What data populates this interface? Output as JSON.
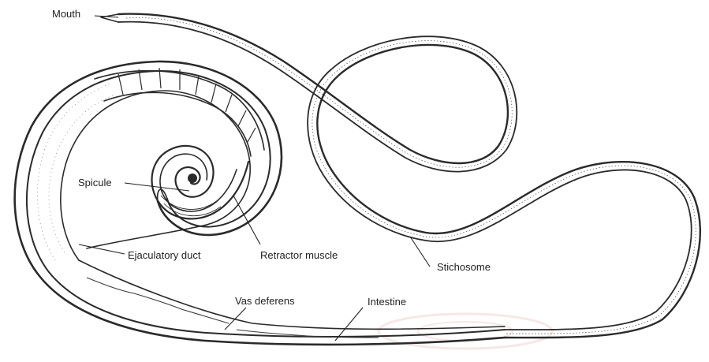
{
  "labels": {
    "mouth": "Mouth",
    "spicule": "Spicule",
    "ejaculatory_duct": "Ejaculatory duct",
    "retractor_muscle": "Retractor muscle",
    "stichosome": "Stichosome",
    "vas_deferens": "Vas deferens",
    "intestine": "Intestine"
  },
  "colors": {
    "ink": "#2a2a2a",
    "background": "#ffffff",
    "watermark": "#e8c9c3"
  }
}
